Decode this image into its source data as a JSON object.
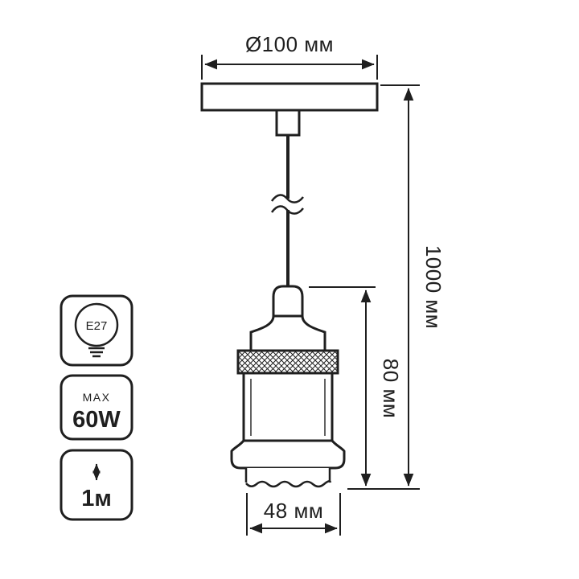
{
  "dimensions": {
    "plate_diameter": "Ø100 мм",
    "cable_length": "1000 мм",
    "socket_height": "80 мм",
    "socket_diameter": "48 мм"
  },
  "spec_badges": {
    "socket_type": "E27",
    "max_label": "MAX",
    "max_power": "60W",
    "suspension_length": "1м"
  },
  "icons": {
    "bulb": "bulb-icon",
    "up_down_arrow": "up-down-arrow-icon"
  },
  "colors": {
    "line": "#1f1f1f",
    "background": "#ffffff"
  }
}
